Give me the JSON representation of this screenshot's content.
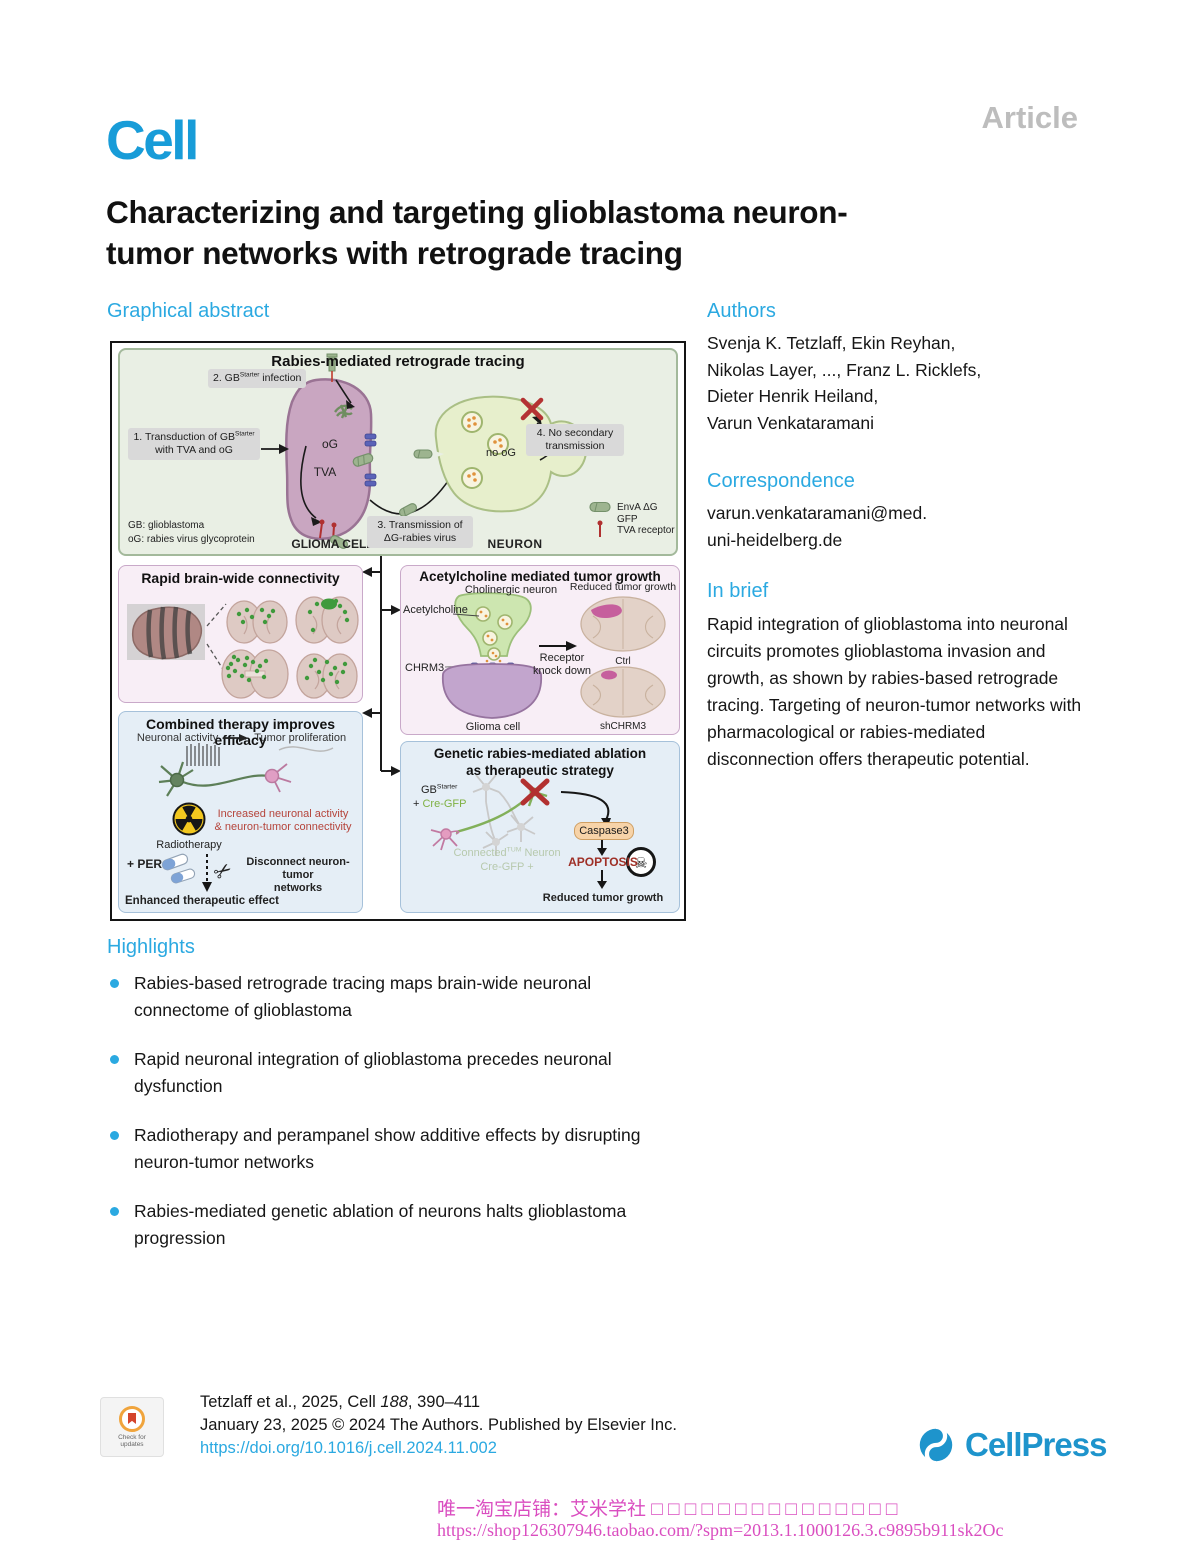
{
  "colors": {
    "accent": "#2BA9E1",
    "cell_blue": "#189CD8",
    "article_gray": "#BDBDBD",
    "link": "#2BA9E1",
    "watermark_pink": "#DA4EC0",
    "cellpress_blue": "#1E94CC",
    "apoptosis_red": "#9E2F26",
    "warning_red_text": "#B5443B"
  },
  "journal": {
    "name": "Cell",
    "article_type": "Article"
  },
  "title": {
    "line1": "Characterizing and targeting glioblastoma neuron-",
    "line2": "tumor networks with retrograde tracing"
  },
  "graphical_abstract": {
    "heading": "Graphical abstract",
    "tracing": {
      "title": "Rabies-mediated retrograde tracing",
      "step1_line1_text": "1. Transduction of GB",
      "step1_sup": "Starter",
      "step1_line2": "with TVA and oG",
      "step2_text": "2. GB",
      "step2_sup": "Starter",
      "step2_suffix": " infection",
      "step3_line1": "3. Transmission of",
      "step3_line2": "ΔG-rabies virus",
      "step4_line1": "4. No secondary",
      "step4_line2": "transmission",
      "og": "oG",
      "tva": "TVA",
      "no_og": "no oG",
      "glioma_cell": "GLIOMA CELL",
      "neuron": "NEURON",
      "abbrev_gb": "GB: glioblastoma",
      "abbrev_og": "oG: rabies virus glycoprotein",
      "legend_env": "EnvA ΔG GFP",
      "legend_tva": "TVA receptor"
    },
    "connectivity": {
      "title": "Rapid brain-wide connectivity"
    },
    "acetylcholine": {
      "title": "Acetylcholine mediated tumor growth",
      "cholinergic_neuron": "Cholinergic neuron",
      "acetylcholine": "Acetylcholine",
      "chrm3": "CHRM3",
      "glioma_cell": "Glioma cell",
      "knockdown_line1": "Receptor",
      "knockdown_line2": "knock down",
      "reduced": "Reduced tumor growth",
      "ctrl": "Ctrl",
      "shchrm3": "shCHRM3"
    },
    "therapy": {
      "title": "Combined therapy improves efficacy",
      "neuronal_activity": "Neuronal activity",
      "tumor_proliferation": "Tumor proliferation",
      "increased_line1": "Increased neuronal activity",
      "increased_line2": "& neuron-tumor connectivity",
      "radiotherapy": "Radiotherapy",
      "per": "+ PER",
      "disconnect_line1": "Disconnect neuron-tumor",
      "disconnect_line2": "networks",
      "enhanced": "Enhanced therapeutic effect"
    },
    "ablation": {
      "title_line1": "Genetic rabies-mediated ablation",
      "title_line2": "as therapeutic strategy",
      "gb": "GB",
      "gb_sup": "Starter",
      "cre_plus": "+ ",
      "cre": "Cre-GFP",
      "connected": "Connected",
      "connected_sup": "TUM",
      "connected_suffix": " Neuron",
      "connected_line2": "Cre-GFP +",
      "caspase": "Caspase3",
      "apoptosis": "APOPTOSIS",
      "reduced": "Reduced tumor growth"
    }
  },
  "authors": {
    "heading": "Authors",
    "lines": [
      "Svenja K. Tetzlaff, Ekin Reyhan,",
      "Nikolas Layer, ..., Franz L. Ricklefs,",
      "Dieter Henrik Heiland,",
      "Varun Venkataramani"
    ]
  },
  "correspondence": {
    "heading": "Correspondence",
    "email_line1": "varun.venkataramani@med.",
    "email_line2": "uni-heidelberg.de"
  },
  "in_brief": {
    "heading": "In brief",
    "text": "Rapid integration of glioblastoma into neuronal circuits promotes glioblastoma invasion and growth, as shown by rabies-based retrograde tracing. Targeting of neuron-tumor networks with pharmacological or rabies-mediated disconnection offers therapeutic potential."
  },
  "highlights": {
    "heading": "Highlights",
    "items": [
      "Rabies-based retrograde tracing maps brain-wide neuronal connectome of glioblastoma",
      "Rapid neuronal integration of glioblastoma precedes neuronal dysfunction",
      "Radiotherapy and perampanel show additive effects by disrupting neuron-tumor networks",
      "Rabies-mediated genetic ablation of neurons halts glioblastoma progression"
    ]
  },
  "footer": {
    "badge_line1": "Check for",
    "badge_line2": "updates",
    "citation_prefix": "Tetzlaff et al., 2025, Cell ",
    "citation_volume": "188",
    "citation_suffix": ", 390–411",
    "publication_line": "January 23, 2025 © 2024 The Authors. Published by Elsevier Inc.",
    "doi": "https://doi.org/10.1016/j.cell.2024.11.002",
    "publisher": "CellPress"
  },
  "watermark": {
    "line1": "唯一淘宝店铺：艾米学社 □ □ □ □ □ □ □ □ □ □ □ □ □ □ □",
    "line2": "https://shop126307946.taobao.com/?spm=2013.1.1000126.3.c9895b911sk2Oc"
  },
  "icons": {
    "scissors": "✂",
    "skull": "☠"
  }
}
